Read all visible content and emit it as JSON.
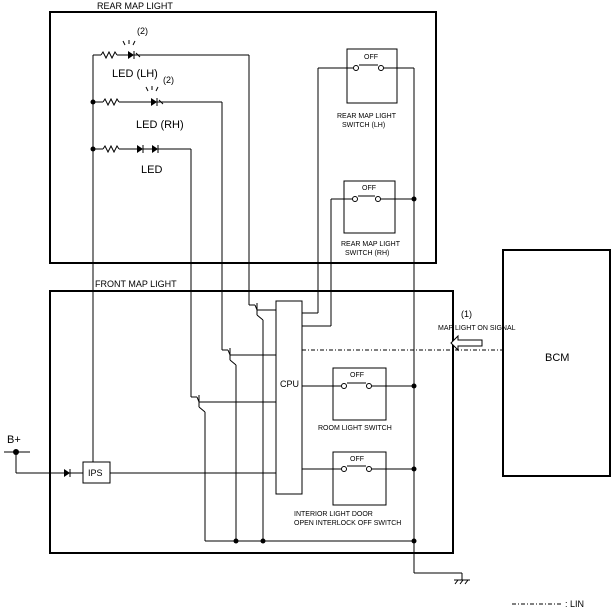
{
  "title": "",
  "blocks": {
    "rear_map_light": "REAR MAP LIGHT",
    "front_map_light": "FRONT MAP LIGHT",
    "bcm": "BCM",
    "cpu": "CPU",
    "ips": "IPS",
    "b_plus": "B+"
  },
  "leds": {
    "led_lh_label": "LED (LH)",
    "led_lh_callout": "(2)",
    "led_rh_label": "LED (RH)",
    "led_rh_callout": "(2)",
    "led_label": "LED"
  },
  "switches": {
    "off_label": "OFF",
    "rear_lh_line1": "REAR MAP LIGHT",
    "rear_lh_line2": "SWITCH (LH)",
    "rear_rh_line1": "REAR MAP LIGHT",
    "rear_rh_line2": "SWITCH (RH)",
    "room_light": "ROOM LIGHT SWITCH",
    "interlock_line1": "INTERIOR LIGHT DOOR",
    "interlock_line2": "OPEN INTERLOCK OFF SWITCH"
  },
  "signal": {
    "callout": "(1)",
    "label": "MAP LIGHT ON SIGNAL"
  },
  "legend": {
    "lin": ": LIN"
  }
}
